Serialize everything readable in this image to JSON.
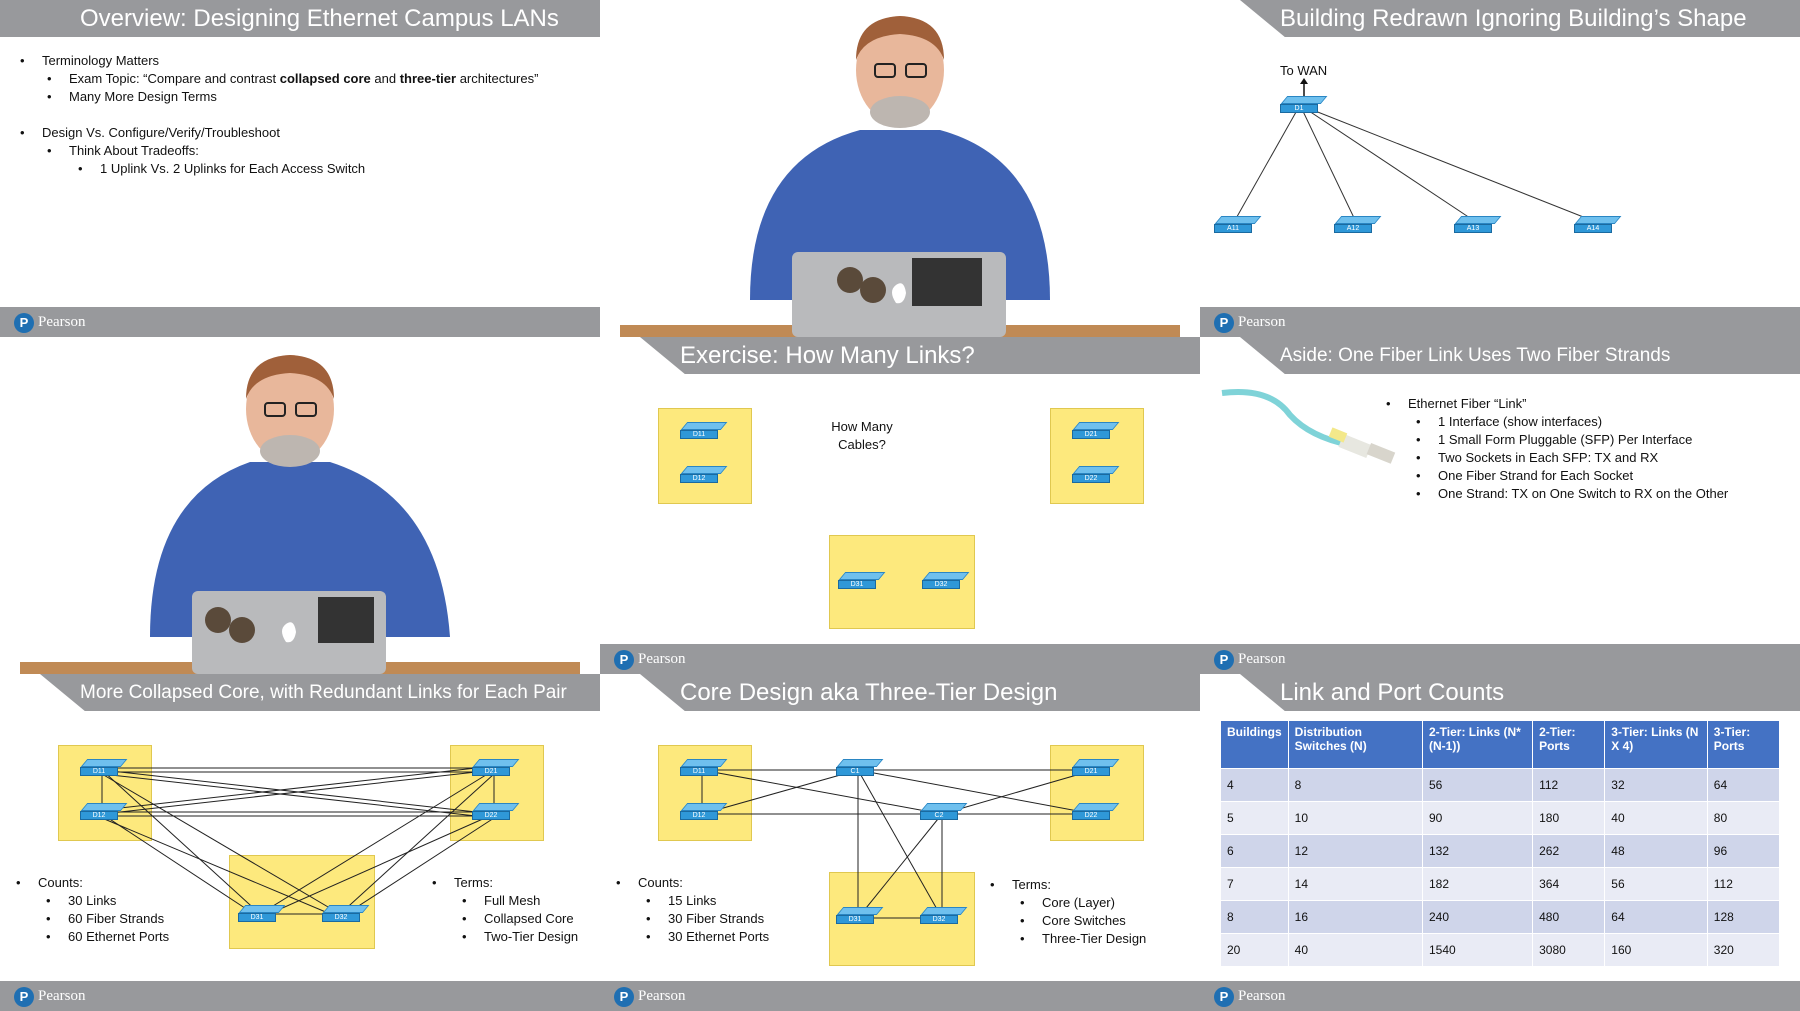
{
  "footer": {
    "brand": "Pearson",
    "logo_letter": "P"
  },
  "p1": {
    "title": "Overview: Designing Ethernet Campus LANs",
    "bullets": [
      "Terminology Matters",
      "Exam Topic: “Compare and contrast ",
      "collapsed core",
      " and ",
      "three-tier",
      " architectures”",
      "Many More Design Terms",
      "Design Vs. Configure/Verify/Troubleshoot",
      "Think About Tradeoffs:",
      "1 Uplink Vs. 2 Uplinks for Each Access Switch"
    ]
  },
  "p3": {
    "title": "Building Redrawn Ignoring Building’s Shape",
    "wan": "To WAN",
    "core": "D1",
    "access": [
      "A11",
      "A12",
      "A13",
      "A14"
    ]
  },
  "p5": {
    "title": "Exercise: How Many Links?",
    "question": "How Many Cables?",
    "switches": [
      "D11",
      "D12",
      "D21",
      "D22",
      "D31",
      "D32"
    ]
  },
  "p6": {
    "title": "Aside: One Fiber Link Uses Two Fiber Strands",
    "bullets": [
      "Ethernet Fiber “Link”",
      "1 Interface (show interfaces)",
      "1 Small Form Pluggable (SFP) Per Interface",
      "Two Sockets in Each SFP: TX and RX",
      "One Fiber Strand for Each Socket",
      "One Strand: TX on One Switch to RX on the Other"
    ]
  },
  "p7": {
    "title": "More Collapsed Core, with Redundant Links for Each Pair",
    "counts_label": "Counts:",
    "counts": [
      "30 Links",
      "60 Fiber Strands",
      "60 Ethernet Ports"
    ],
    "terms_label": "Terms:",
    "terms": [
      "Full Mesh",
      "Collapsed Core",
      "Two-Tier Design"
    ]
  },
  "p8": {
    "title": "Core Design aka Three-Tier Design",
    "core": [
      "C1",
      "C2"
    ],
    "counts_label": "Counts:",
    "counts": [
      "15 Links",
      "30 Fiber Strands",
      "30 Ethernet Ports"
    ],
    "terms_label": "Terms:",
    "terms": [
      "Core (Layer)",
      "Core Switches",
      "Three-Tier Design"
    ]
  },
  "p9": {
    "title": "Link and Port Counts",
    "headers": [
      "Buildings",
      "Distribution Switches (N)",
      "2-Tier: Links (N*(N-1))",
      "2-Tier: Ports",
      "3-Tier: Links (N X 4)",
      "3-Tier: Ports"
    ],
    "rows": [
      [
        "4",
        "8",
        "56",
        "112",
        "32",
        "64"
      ],
      [
        "5",
        "10",
        "90",
        "180",
        "40",
        "80"
      ],
      [
        "6",
        "12",
        "132",
        "262",
        "48",
        "96"
      ],
      [
        "7",
        "14",
        "182",
        "364",
        "56",
        "112"
      ],
      [
        "8",
        "16",
        "240",
        "480",
        "64",
        "128"
      ],
      [
        "20",
        "40",
        "1540",
        "3080",
        "160",
        "320"
      ]
    ]
  },
  "colors": {
    "title_bar": "#98999c",
    "yellow_box": "#fde97d",
    "switch": "#2f98d8",
    "table_header": "#4472c4",
    "shirt": "#3f63b4"
  }
}
